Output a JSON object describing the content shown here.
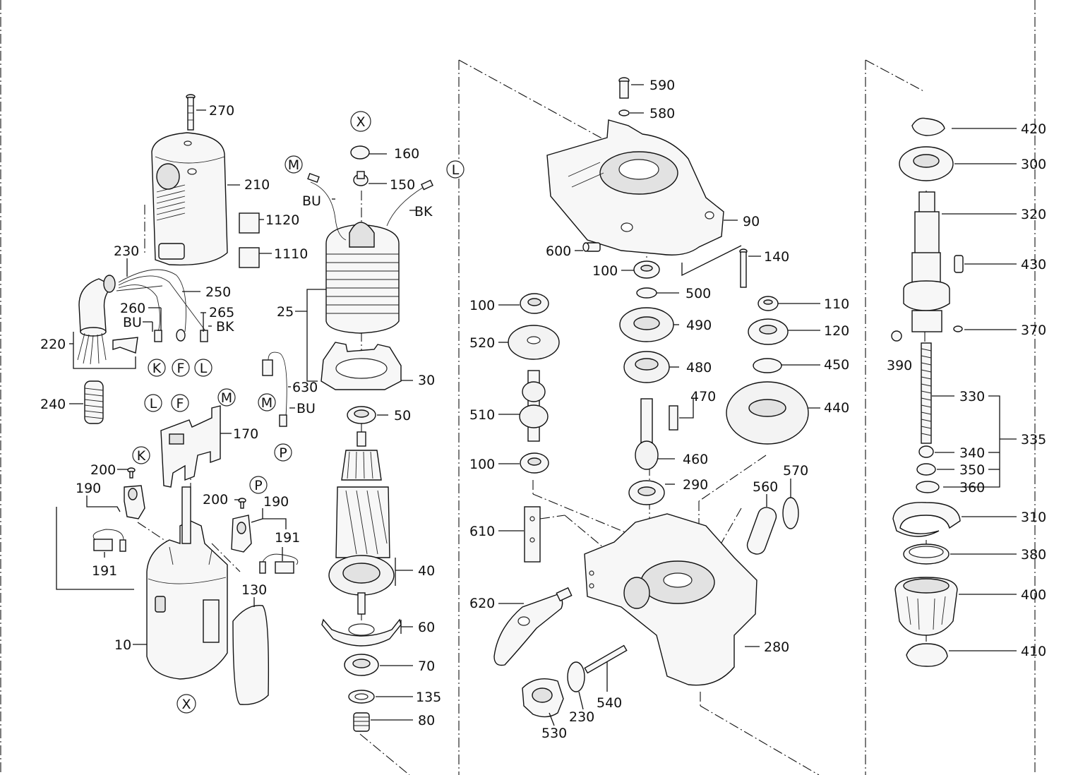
{
  "callouts": [
    {
      "id": "c270",
      "text": "270"
    },
    {
      "id": "c210",
      "text": "210"
    },
    {
      "id": "c1120",
      "text": "1120"
    },
    {
      "id": "c1110",
      "text": "1110"
    },
    {
      "id": "c230a",
      "text": "230"
    },
    {
      "id": "c250",
      "text": "250"
    },
    {
      "id": "c260",
      "text": "260"
    },
    {
      "id": "c265",
      "text": "265"
    },
    {
      "id": "cBUa",
      "text": "BU"
    },
    {
      "id": "cBKa",
      "text": "BK"
    },
    {
      "id": "c220",
      "text": "220"
    },
    {
      "id": "c240",
      "text": "240"
    },
    {
      "id": "c170",
      "text": "170"
    },
    {
      "id": "c200a",
      "text": "200"
    },
    {
      "id": "c190a",
      "text": "190"
    },
    {
      "id": "c191a",
      "text": "191"
    },
    {
      "id": "c200b",
      "text": "200"
    },
    {
      "id": "c190b",
      "text": "190"
    },
    {
      "id": "c191b",
      "text": "191"
    },
    {
      "id": "c130",
      "text": "130"
    },
    {
      "id": "c10",
      "text": "10"
    },
    {
      "id": "c160",
      "text": "160"
    },
    {
      "id": "c150",
      "text": "150"
    },
    {
      "id": "cBUb",
      "text": "BU"
    },
    {
      "id": "cBKb",
      "text": "BK"
    },
    {
      "id": "c25",
      "text": "25"
    },
    {
      "id": "c630",
      "text": "630"
    },
    {
      "id": "cBUc",
      "text": "BU"
    },
    {
      "id": "c30",
      "text": "30"
    },
    {
      "id": "c50",
      "text": "50"
    },
    {
      "id": "c40",
      "text": "40"
    },
    {
      "id": "c60",
      "text": "60"
    },
    {
      "id": "c70",
      "text": "70"
    },
    {
      "id": "c135",
      "text": "135"
    },
    {
      "id": "c80",
      "text": "80"
    },
    {
      "id": "c590",
      "text": "590"
    },
    {
      "id": "c580",
      "text": "580"
    },
    {
      "id": "c90",
      "text": "90"
    },
    {
      "id": "c600",
      "text": "600"
    },
    {
      "id": "c140",
      "text": "140"
    },
    {
      "id": "c100a",
      "text": "100"
    },
    {
      "id": "c500",
      "text": "500"
    },
    {
      "id": "c100b",
      "text": "100"
    },
    {
      "id": "c490",
      "text": "490"
    },
    {
      "id": "c520",
      "text": "520"
    },
    {
      "id": "c480",
      "text": "480"
    },
    {
      "id": "c470",
      "text": "470"
    },
    {
      "id": "c510",
      "text": "510"
    },
    {
      "id": "c460",
      "text": "460"
    },
    {
      "id": "c100c",
      "text": "100"
    },
    {
      "id": "c290",
      "text": "290"
    },
    {
      "id": "c110",
      "text": "110"
    },
    {
      "id": "c120",
      "text": "120"
    },
    {
      "id": "c450",
      "text": "450"
    },
    {
      "id": "c440",
      "text": "440"
    },
    {
      "id": "c560",
      "text": "560"
    },
    {
      "id": "c570",
      "text": "570"
    },
    {
      "id": "c610",
      "text": "610"
    },
    {
      "id": "c620",
      "text": "620"
    },
    {
      "id": "c280",
      "text": "280"
    },
    {
      "id": "c540",
      "text": "540"
    },
    {
      "id": "c230b",
      "text": "230"
    },
    {
      "id": "c530",
      "text": "530"
    },
    {
      "id": "c420",
      "text": "420"
    },
    {
      "id": "c300",
      "text": "300"
    },
    {
      "id": "c320",
      "text": "320"
    },
    {
      "id": "c430",
      "text": "430"
    },
    {
      "id": "c370",
      "text": "370"
    },
    {
      "id": "c390",
      "text": "390"
    },
    {
      "id": "c330",
      "text": "330"
    },
    {
      "id": "c335",
      "text": "335"
    },
    {
      "id": "c340",
      "text": "340"
    },
    {
      "id": "c350",
      "text": "350"
    },
    {
      "id": "c360",
      "text": "360"
    },
    {
      "id": "c310",
      "text": "310"
    },
    {
      "id": "c380",
      "text": "380"
    },
    {
      "id": "c400",
      "text": "400"
    },
    {
      "id": "c410",
      "text": "410"
    }
  ],
  "markers": [
    {
      "id": "mX1",
      "text": "X"
    },
    {
      "id": "mX2",
      "text": "X"
    },
    {
      "id": "mM1",
      "text": "M"
    },
    {
      "id": "mL1",
      "text": "L"
    },
    {
      "id": "mK1",
      "text": "K"
    },
    {
      "id": "mF1",
      "text": "F"
    },
    {
      "id": "mL2",
      "text": "L"
    },
    {
      "id": "mL3",
      "text": "L"
    },
    {
      "id": "mF2",
      "text": "F"
    },
    {
      "id": "mM2",
      "text": "M"
    },
    {
      "id": "mK2",
      "text": "K"
    },
    {
      "id": "mM3",
      "text": "M"
    },
    {
      "id": "mP1",
      "text": "P"
    },
    {
      "id": "mP2",
      "text": "P"
    }
  ]
}
